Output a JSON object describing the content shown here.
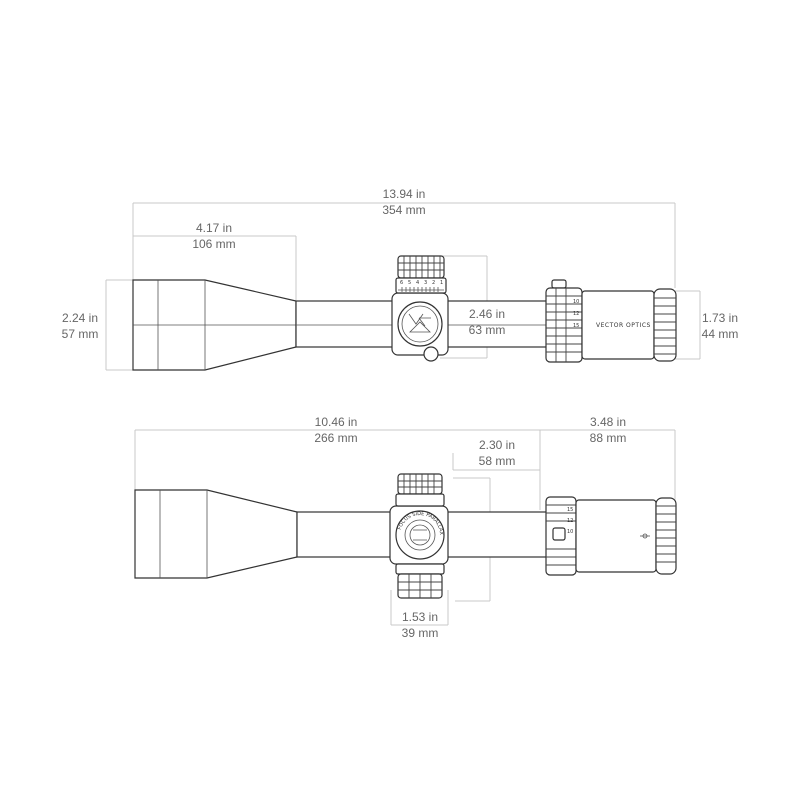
{
  "dimensions": {
    "top_total": {
      "in": "13.94 in",
      "mm": "354 mm"
    },
    "top_objective_bell": {
      "in": "4.17 in",
      "mm": "106 mm"
    },
    "top_objective_dia": {
      "in": "2.24 in",
      "mm": "57 mm"
    },
    "top_turret_height": {
      "in": "2.46 in",
      "mm": "63 mm"
    },
    "top_eyepiece_dia": {
      "in": "1.73 in",
      "mm": "44 mm"
    },
    "bottom_front_to_ring": {
      "in": "10.46 in",
      "mm": "266 mm"
    },
    "bottom_eyepiece_len": {
      "in": "3.48 in",
      "mm": "88 mm"
    },
    "bottom_tube_section": {
      "in": "2.30 in",
      "mm": "58 mm"
    },
    "bottom_turret_width": {
      "in": "1.53 in",
      "mm": "39 mm"
    }
  },
  "labels": {
    "brand": "VECTOR OPTICS",
    "side_knob_text": "FOCUS SIDE PARALLAX",
    "turret_numbers_top": [
      "6",
      "5",
      "4",
      "3",
      "2",
      "1"
    ],
    "ring_numbers_top": [
      "10",
      "12",
      "15"
    ],
    "ring_numbers_bottom": [
      "15",
      "12",
      "10"
    ]
  },
  "colors": {
    "outline": "#333333",
    "dimension_line": "#c8c8c8",
    "dimension_text": "#666666"
  }
}
